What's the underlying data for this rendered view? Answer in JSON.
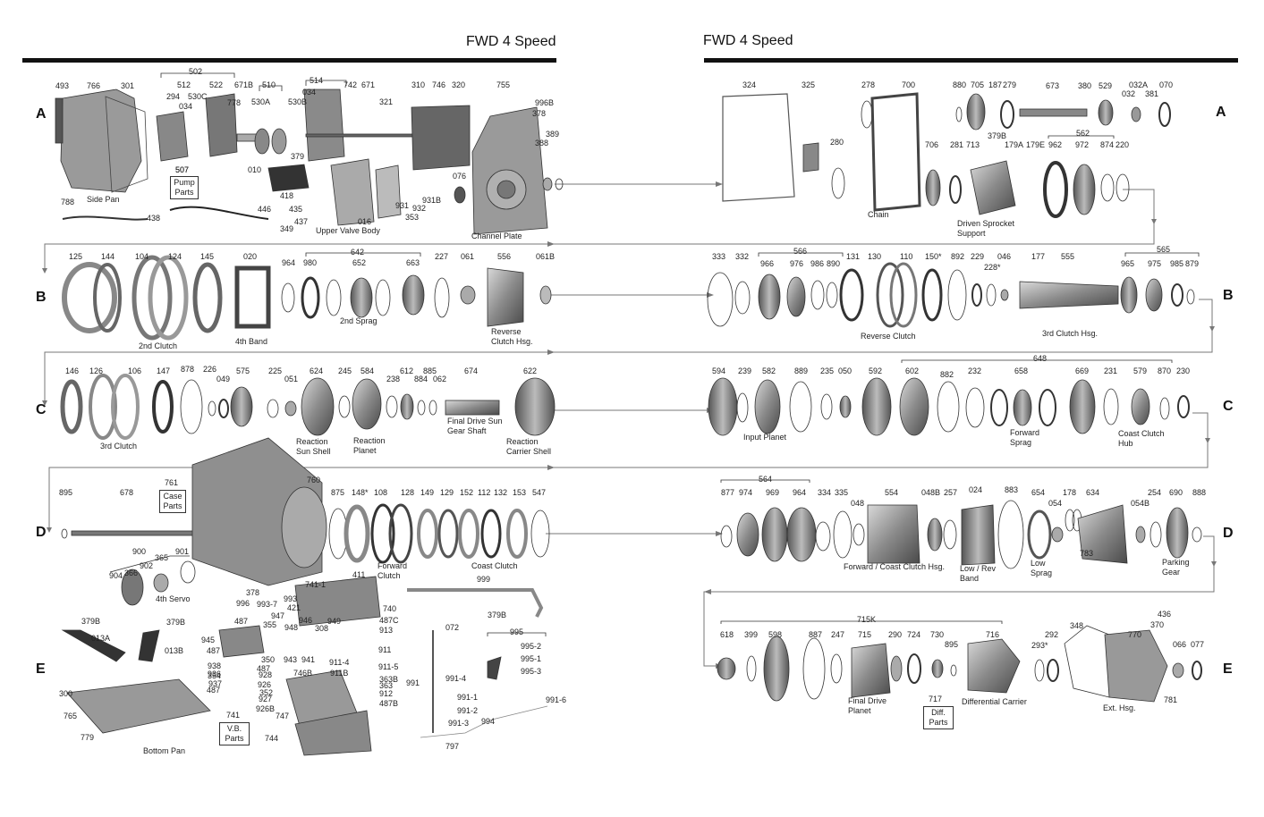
{
  "titles": {
    "left": "FWD 4 Speed",
    "right": "FWD 4 Speed"
  },
  "rows": [
    "A",
    "B",
    "C",
    "D",
    "E"
  ],
  "boxes": {
    "pump_parts": "Pump\nParts",
    "case_parts": "Case\nParts",
    "vb_parts": "V.B.\nParts",
    "diff_parts": "Diff.\nParts"
  },
  "box_numbers": {
    "pump": "507",
    "case": "761",
    "vb": "741",
    "diff": "717"
  },
  "captions": {
    "side_pan": "Side Pan",
    "upper_valve_body": "Upper Valve Body",
    "channel_plate": "Channel Plate",
    "chain": "Chain",
    "driven_sprocket_support": [
      "Driven Sprocket",
      "Support"
    ],
    "second_clutch": "2nd Clutch",
    "fourth_band": "4th Band",
    "second_sprag": "2nd Sprag",
    "reverse_clutch_hsg": [
      "Reverse",
      "Clutch Hsg."
    ],
    "reverse_clutch": "Reverse Clutch",
    "third_clutch_hsg": "3rd Clutch Hsg.",
    "third_clutch": "3rd Clutch",
    "reaction_sun_shell": [
      "Reaction",
      "Sun Shell"
    ],
    "reaction_planet": [
      "Reaction",
      "Planet"
    ],
    "final_drive_sun_gear_shaft": [
      "Final Drive Sun",
      "Gear Shaft"
    ],
    "reaction_carrier_shell": [
      "Reaction",
      "Carrier Shell"
    ],
    "input_planet": "Input Planet",
    "forward_sprag": [
      "Forward",
      "Sprag"
    ],
    "coast_clutch_hub": [
      "Coast Clutch",
      "Hub"
    ],
    "forward_clutch": [
      "Forward",
      "Clutch"
    ],
    "coast_clutch": "Coast Clutch",
    "fourth_servo": "4th Servo",
    "fwd_coast_clutch_hsg": "Forward / Coast Clutch Hsg.",
    "low_rev_band": [
      "Low / Rev",
      "Band"
    ],
    "low_sprag": [
      "Low",
      "Sprag"
    ],
    "parking_gear": [
      "Parking",
      "Gear"
    ],
    "bottom_pan": "Bottom Pan",
    "final_drive_planet": [
      "Final Drive",
      "Planet"
    ],
    "differential_carrier": "Differential Carrier",
    "ext_hsg": "Ext. Hsg."
  },
  "numbers": {
    "a_left": [
      "493",
      "766",
      "301",
      "502",
      "512",
      "294",
      "530C",
      "034",
      "522",
      "778",
      "671B",
      "510",
      "530A",
      "530B",
      "034",
      "514",
      "742",
      "671",
      "321",
      "310",
      "746",
      "320",
      "755",
      "996B",
      "378",
      "388",
      "389",
      "507",
      "788",
      "010",
      "418",
      "379",
      "435",
      "437",
      "016",
      "931",
      "932",
      "353",
      "931B",
      "076",
      "446",
      "438",
      "349"
    ],
    "a_right": [
      "324",
      "325",
      "280",
      "278",
      "700",
      "706",
      "281",
      "713",
      "880",
      "705",
      "187",
      "279",
      "379B",
      "179A",
      "179E",
      "673",
      "380",
      "529",
      "032A",
      "032",
      "381",
      "070",
      "562",
      "962",
      "972",
      "874",
      "220"
    ],
    "b_left": [
      "125",
      "144",
      "104",
      "124",
      "145",
      "020",
      "642",
      "964",
      "980",
      "652",
      "663",
      "227",
      "061",
      "556",
      "061B"
    ],
    "b_right": [
      "333",
      "332",
      "566",
      "966",
      "976",
      "986",
      "890",
      "131",
      "130",
      "110",
      "150*",
      "892",
      "229",
      "228*",
      "046",
      "177",
      "555",
      "565",
      "965",
      "975",
      "985",
      "879"
    ],
    "c_left": [
      "146",
      "126",
      "106",
      "147",
      "878",
      "226",
      "049",
      "575",
      "225",
      "051",
      "624",
      "245",
      "584",
      "238",
      "612",
      "884",
      "885",
      "062",
      "674",
      "622"
    ],
    "c_right": [
      "648",
      "594",
      "239",
      "582",
      "889",
      "235",
      "050",
      "592",
      "602",
      "882",
      "232",
      "658",
      "669",
      "231",
      "579",
      "870",
      "230"
    ],
    "d_left": [
      "895",
      "678",
      "900",
      "901",
      "904",
      "366",
      "902",
      "365",
      "760",
      "875",
      "148*",
      "108",
      "128",
      "149",
      "129",
      "152",
      "112",
      "132",
      "153",
      "547"
    ],
    "d_right": [
      "564",
      "877",
      "974",
      "969",
      "964",
      "334",
      "335",
      "048",
      "554",
      "048B",
      "257",
      "024",
      "883",
      "654",
      "054",
      "178",
      "634",
      "783",
      "254",
      "054B",
      "690",
      "888"
    ],
    "e_left": [
      "379B",
      "013A",
      "379B",
      "013B",
      "300",
      "765",
      "779",
      "487",
      "945",
      "487",
      "938",
      "936",
      "354",
      "937",
      "487",
      "355",
      "947",
      "946",
      "948",
      "308",
      "949",
      "350",
      "943",
      "941",
      "487",
      "928",
      "926",
      "352",
      "927",
      "926B",
      "378",
      "996",
      "993",
      "993-7",
      "741-1",
      "421",
      "411",
      "740",
      "487C",
      "913",
      "911",
      "911-5",
      "911-4",
      "911B",
      "363B",
      "363",
      "912",
      "487B",
      "746B",
      "747",
      "744",
      "999",
      "379B",
      "072",
      "995",
      "995-2",
      "995-1",
      "995-3",
      "991",
      "991-4",
      "991-1",
      "991-2",
      "991-3",
      "994",
      "991-6",
      "797"
    ],
    "e_right": [
      "715K",
      "618",
      "399",
      "598",
      "887",
      "247",
      "715",
      "290",
      "724",
      "730",
      "895",
      "716",
      "293*",
      "292",
      "348",
      "770",
      "436",
      "370",
      "066",
      "077",
      "781"
    ]
  }
}
